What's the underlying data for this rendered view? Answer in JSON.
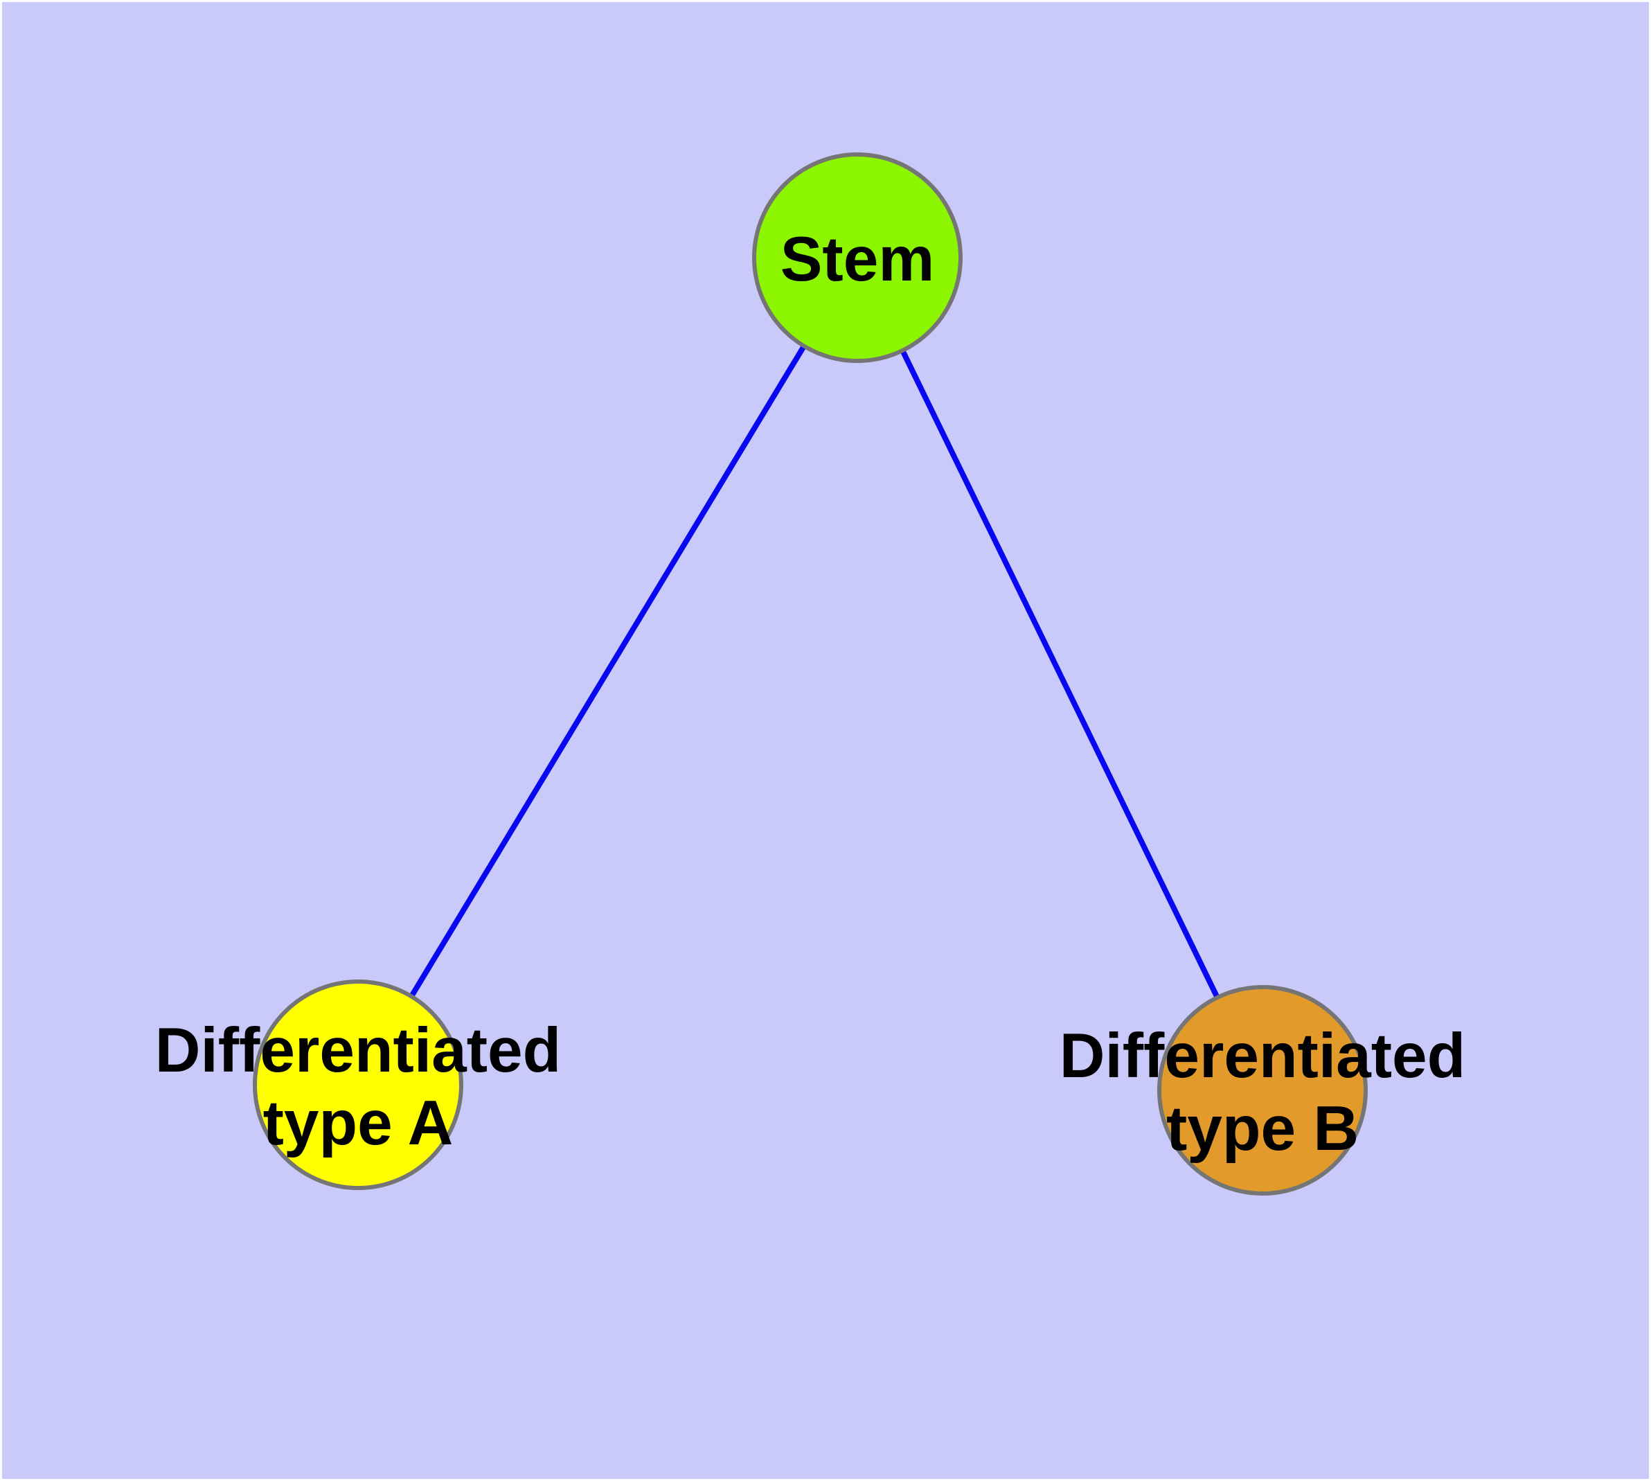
{
  "figure": {
    "type": "graph-diagram",
    "background_color": "#c9c9fa",
    "frame_color": "#ffffff",
    "edge_color": "#0808f0",
    "node_border_color": "#757575",
    "label_color": "#000000",
    "nodes": [
      {
        "id": "stem",
        "label": "Stem",
        "fill": "#8cf500"
      },
      {
        "id": "differentiated-type-a",
        "label_line1": "Differentiated",
        "label_line2": "type A",
        "fill": "#ffff00"
      },
      {
        "id": "differentiated-type-b",
        "label_line1": "Differentiated",
        "label_line2": "type B",
        "fill": "#e29a2b"
      }
    ],
    "edges": [
      {
        "from": "Stem",
        "to": "Differentiated type A"
      },
      {
        "from": "Stem",
        "to": "Differentiated type B"
      }
    ]
  }
}
